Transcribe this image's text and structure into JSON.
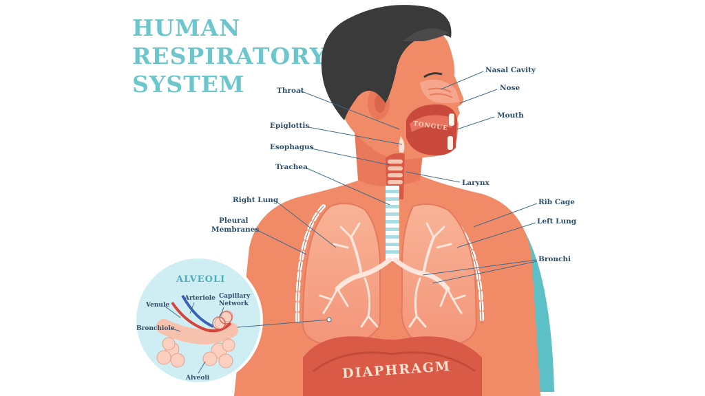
{
  "title": {
    "line1": "HUMAN",
    "line2": "RESPIRATORY",
    "line3": "SYSTEM"
  },
  "labels": {
    "nasal_cavity": "Nasal Cavity",
    "nose": "Nose",
    "mouth": "Mouth",
    "throat": "Throat",
    "epiglottis": "Epiglottis",
    "esophagus": "Esophagus",
    "trachea": "Trachea",
    "larynx": "Larynx",
    "right_lung": "Right Lung",
    "pleural_1": "Pleural",
    "pleural_2": "Membranes",
    "rib_cage": "Rib Cage",
    "left_lung": "Left Lung",
    "bronchi": "Bronchi",
    "tongue": "TONGUE",
    "diaphragm": "DIAPHRAGM"
  },
  "inset": {
    "title": "ALVEOLI",
    "venule": "Venule",
    "arteriole": "Arteriole",
    "capillary_1": "Capillary",
    "capillary_2": "Network",
    "bronchiole": "Bronchiole",
    "alveoli": "Alveoli"
  },
  "colors": {
    "title": "#6cc7cd",
    "skin": "#f08a67",
    "skin_dark": "#e3714f",
    "hair": "#3a3a3a",
    "teal": "#5cc0c6",
    "lung_fill": "#f7a88a",
    "label": "#2e4f6b"
  }
}
